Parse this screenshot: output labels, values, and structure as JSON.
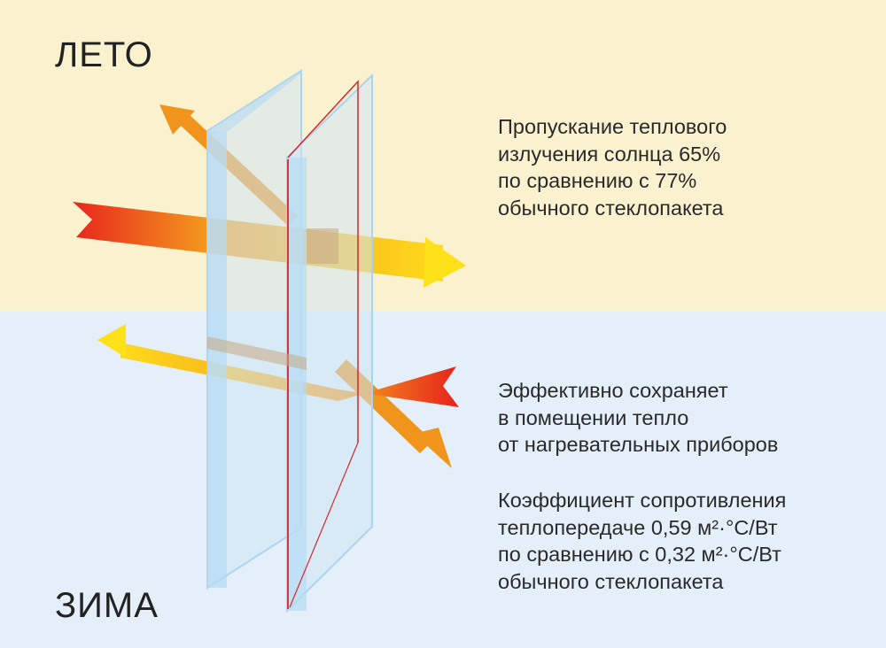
{
  "seasons": {
    "summer": "ЛЕТО",
    "winter": "ЗИМА"
  },
  "descriptions": {
    "summer": [
      "Пропускание теплового",
      "излучения солнца 65%",
      "по сравнению с 77%",
      "обычного стеклопакета"
    ],
    "winter_heat": [
      "Эффективно сохраняет",
      "в помещении тепло",
      "от нагревательных приборов"
    ],
    "winter_coeff": [
      "Коэффициент сопротивления",
      "теплопередаче 0,59 м²·°C/Вт",
      "по сравнению с 0,32 м²·°C/Вт",
      "обычного стеклопакета"
    ]
  },
  "colors": {
    "summer_background": "#faf1cf",
    "winter_background": "#e4eff9",
    "glass_fill": "#cfe6f5",
    "glass_edge": "#a9d4f2",
    "low_e_coating": "#d9252e",
    "arrow_red": "#e8241c",
    "arrow_orange": "#f39a1e",
    "arrow_yellow": "#ffe11a",
    "arrow_reflected": "#f0941c"
  }
}
